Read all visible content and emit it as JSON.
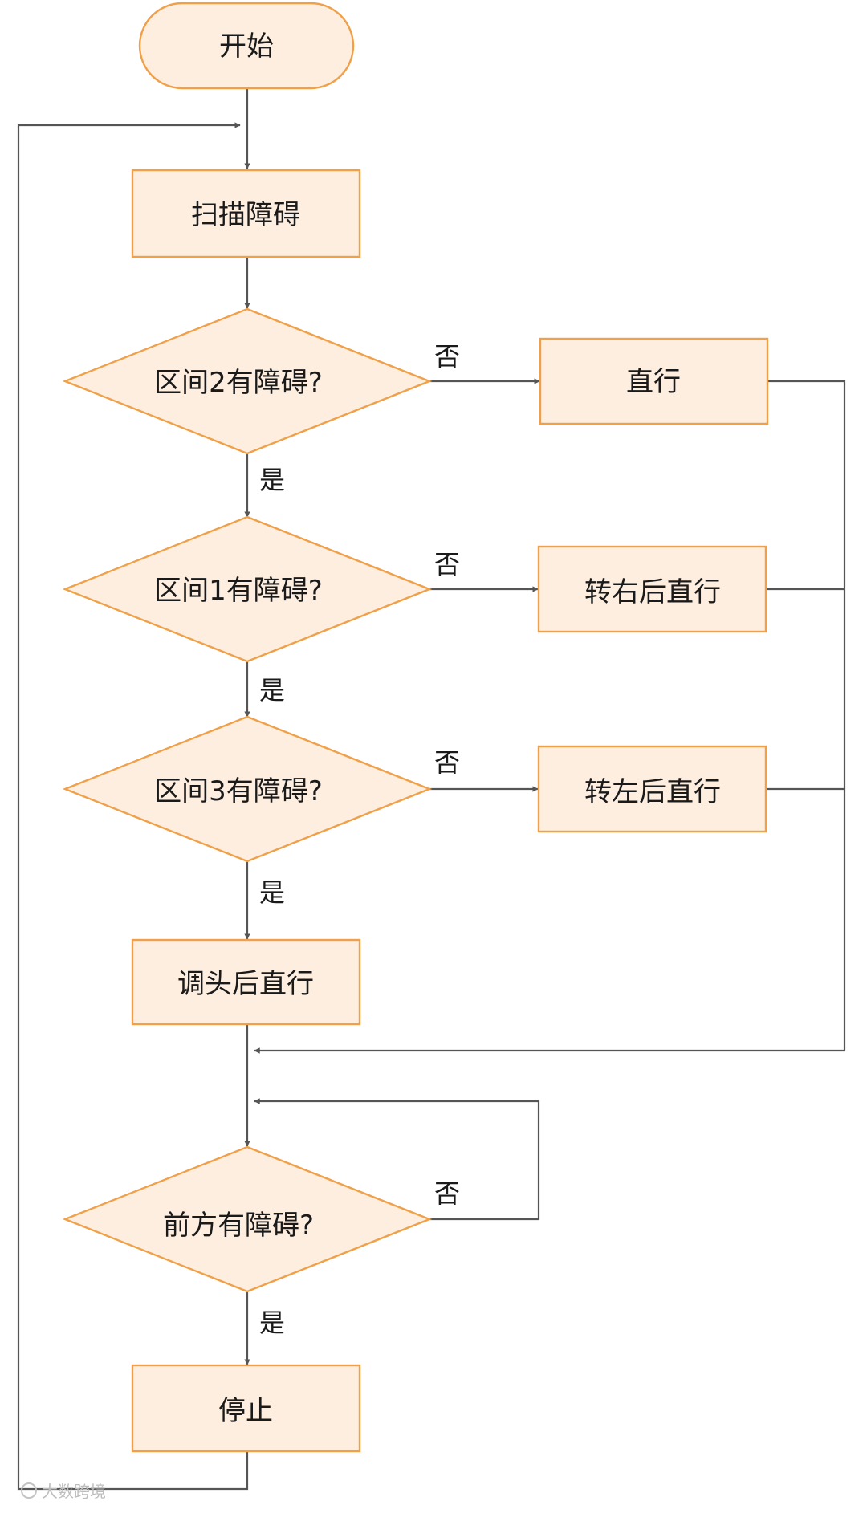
{
  "colors": {
    "node_fill": "#fdeee0",
    "node_stroke": "#f0a048",
    "line": "#555555",
    "text": "#1a1a1a"
  },
  "nodes": {
    "start": "开始",
    "scan": "扫描障碍",
    "q_zone2": "区间2有障碍?",
    "straight": "直行",
    "q_zone1": "区间1有障碍?",
    "right_straight": "转右后直行",
    "q_zone3": "区间3有障碍?",
    "left_straight": "转左后直行",
    "uturn_straight": "调头后直行",
    "q_front": "前方有障碍?",
    "stop": "停止"
  },
  "edges": {
    "no": "否",
    "yes": "是"
  },
  "watermark": "大数跨境"
}
